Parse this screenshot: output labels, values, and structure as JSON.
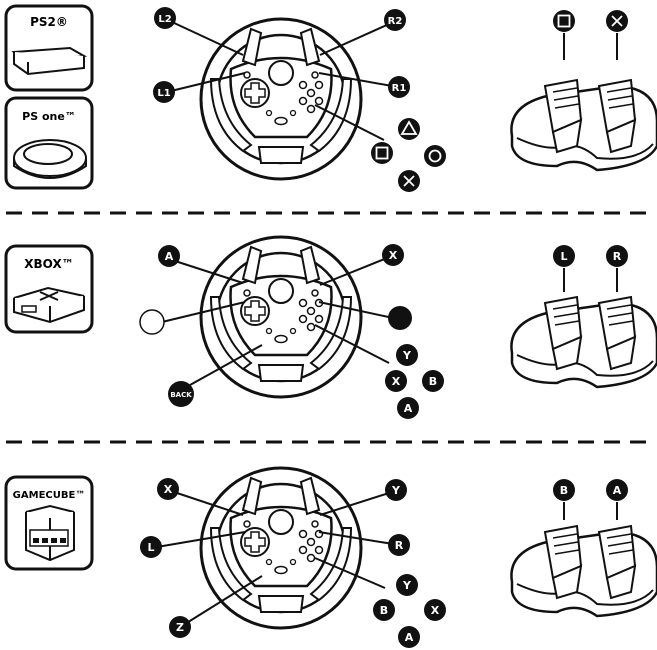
{
  "sections": [
    {
      "console": "PS2®",
      "console2": "PS one™",
      "buttons": {
        "L2": "L2",
        "R2": "R2",
        "L1": "L1",
        "R1": "R1"
      },
      "pedals": [
        "square",
        "cross"
      ]
    },
    {
      "console": "XBOX™",
      "buttons": {
        "top_left": "A",
        "top_right": "X",
        "back": "BACK",
        "y": "Y",
        "x": "X",
        "b": "B",
        "a": "A"
      },
      "pedals": [
        "L",
        "R"
      ]
    },
    {
      "console": "GAMECUBE™",
      "buttons": {
        "top_left": "X",
        "top_right": "Y",
        "mid_left": "L",
        "mid_right": "R",
        "bottom": "Z",
        "y": "Y",
        "b": "B",
        "x": "X",
        "a": "A"
      },
      "pedals": [
        "B",
        "A"
      ]
    }
  ]
}
